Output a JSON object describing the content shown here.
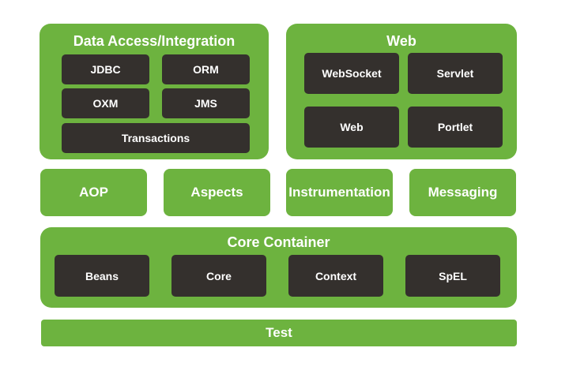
{
  "data_access": {
    "title": "Data Access/Integration",
    "modules": [
      "JDBC",
      "ORM",
      "OXM",
      "JMS",
      "Transactions"
    ]
  },
  "web": {
    "title": "Web",
    "modules": [
      "WebSocket",
      "Servlet",
      "Web",
      "Portlet"
    ]
  },
  "middle": [
    "AOP",
    "Aspects",
    "Instrumentation",
    "Messaging"
  ],
  "core_container": {
    "title": "Core Container",
    "modules": [
      "Beans",
      "Core",
      "Context",
      "SpEL"
    ]
  },
  "test": "Test",
  "colors": {
    "green": "#6db33f",
    "dark": "#34302d",
    "text": "#ffffff"
  }
}
